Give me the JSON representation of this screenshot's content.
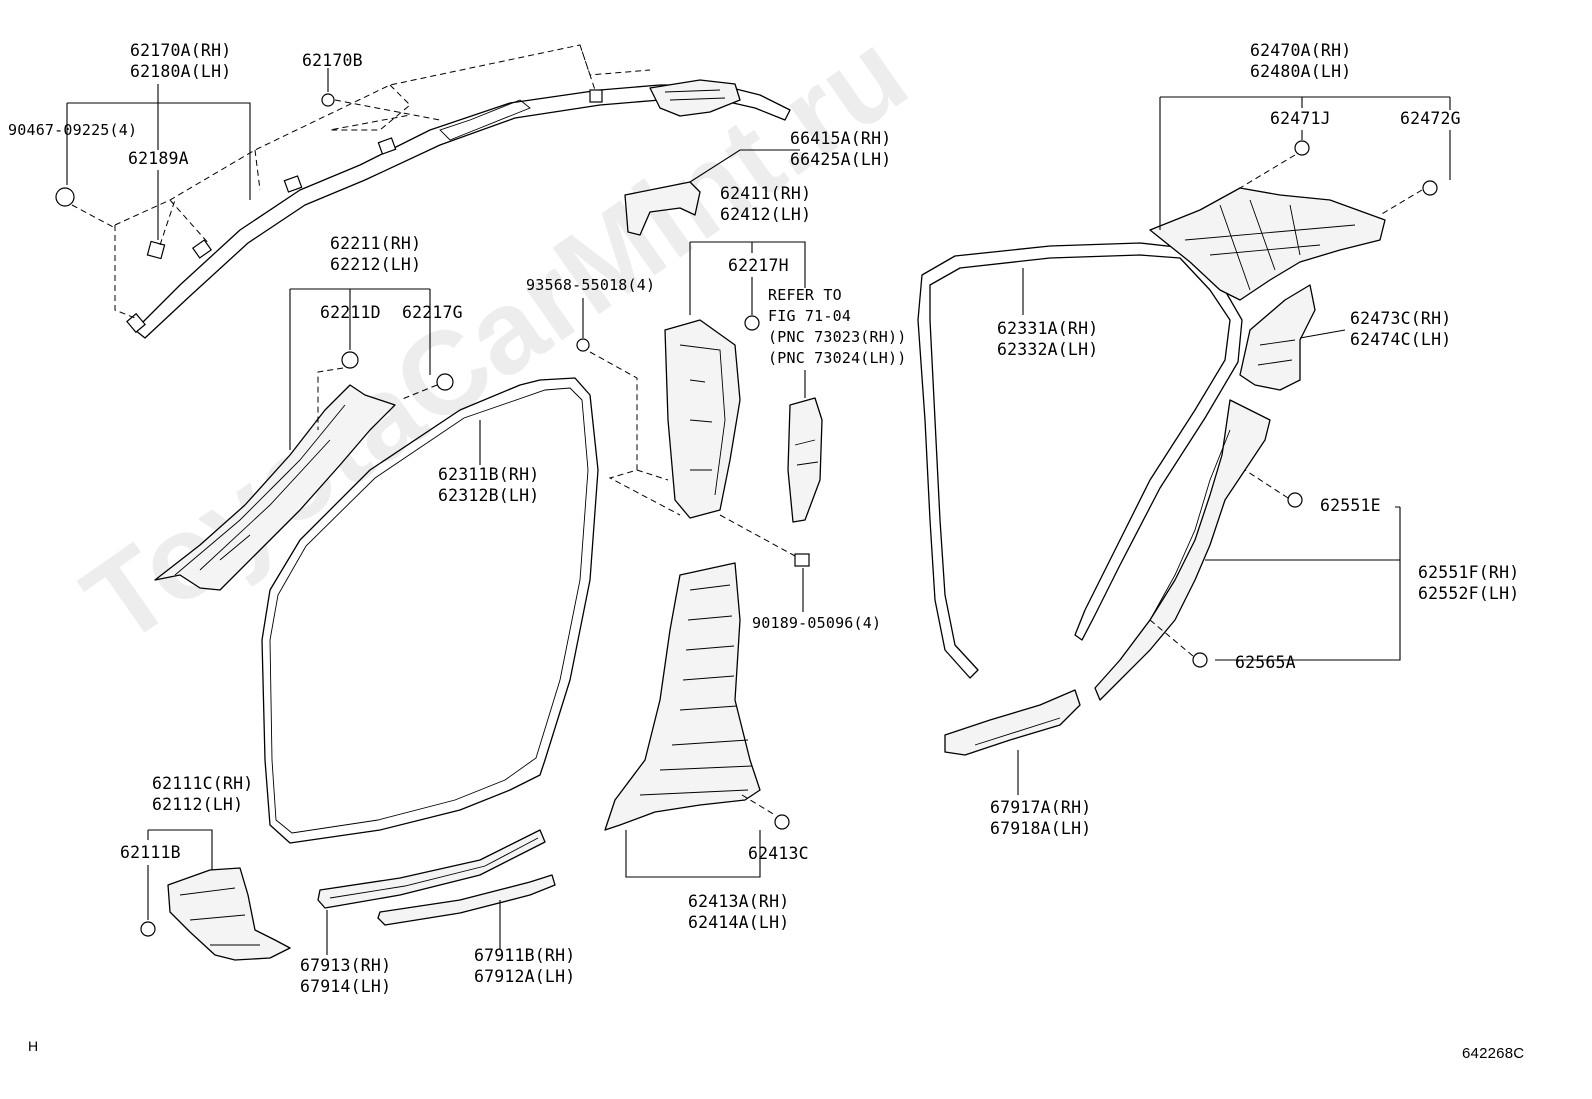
{
  "watermark": "ToyotaCarMint.ru",
  "footer": {
    "page_letter": "H",
    "figure_code": "642268C"
  },
  "labels": {
    "p62170A": [
      "62170A(RH)",
      "62180A(LH)"
    ],
    "p62170B": [
      "62170B"
    ],
    "p90467": [
      "90467-09225(4)"
    ],
    "p62189A": [
      "62189A"
    ],
    "p62211": [
      "62211(RH)",
      "62212(LH)"
    ],
    "p62211D": [
      "62211D"
    ],
    "p62217G": [
      "62217G"
    ],
    "p62311B": [
      "62311B(RH)",
      "62312B(LH)"
    ],
    "p93568": [
      "93568-55018(4)"
    ],
    "p66415A": [
      "66415A(RH)",
      "66425A(LH)"
    ],
    "p62411": [
      "62411(RH)",
      "62412(LH)"
    ],
    "p62217H": [
      "62217H"
    ],
    "refer": [
      "REFER TO",
      "FIG 71-04",
      "(PNC 73023(RH))",
      "(PNC 73024(LH))"
    ],
    "p90189": [
      "90189-05096(4)"
    ],
    "p62413C": [
      "62413C"
    ],
    "p62413A": [
      "62413A(RH)",
      "62414A(LH)"
    ],
    "p62111C": [
      "62111C(RH)",
      "62112(LH)"
    ],
    "p62111B": [
      "62111B"
    ],
    "p67913": [
      "67913(RH)",
      "67914(LH)"
    ],
    "p67911B": [
      "67911B(RH)",
      "67912A(LH)"
    ],
    "p62331A": [
      "62331A(RH)",
      "62332A(LH)"
    ],
    "p62470A": [
      "62470A(RH)",
      "62480A(LH)"
    ],
    "p62471J": [
      "62471J"
    ],
    "p62472G": [
      "62472G"
    ],
    "p62473C": [
      "62473C(RH)",
      "62474C(LH)"
    ],
    "p62551E": [
      "62551E"
    ],
    "p62551F": [
      "62551F(RH)",
      "62552F(LH)"
    ],
    "p62565A": [
      "62565A"
    ],
    "p67917A": [
      "67917A(RH)",
      "67918A(LH)"
    ]
  }
}
